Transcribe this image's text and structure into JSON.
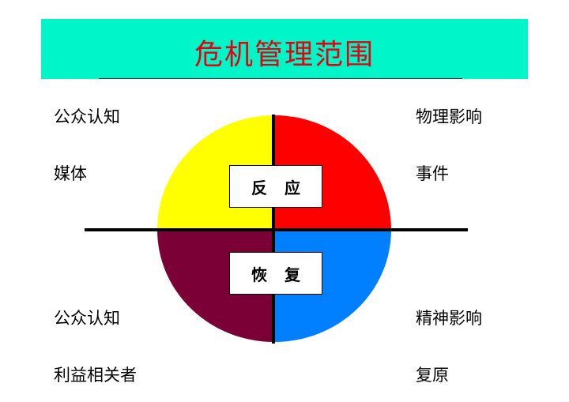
{
  "title": "危机管理范围",
  "center": {
    "top": "反应",
    "bottom": "恢复"
  },
  "left_labels": [
    "公众认知",
    "媒体",
    "公众认知",
    "利益相关者"
  ],
  "right_labels": [
    "物理影响",
    "事件",
    "精神影响",
    "复原"
  ],
  "colors": {
    "top_left": "#ffff00",
    "top_right": "#ff0000",
    "bottom_left": "#7a0036",
    "bottom_right": "#0080ff",
    "banner": "#00f5c8",
    "title": "#e8000e"
  }
}
